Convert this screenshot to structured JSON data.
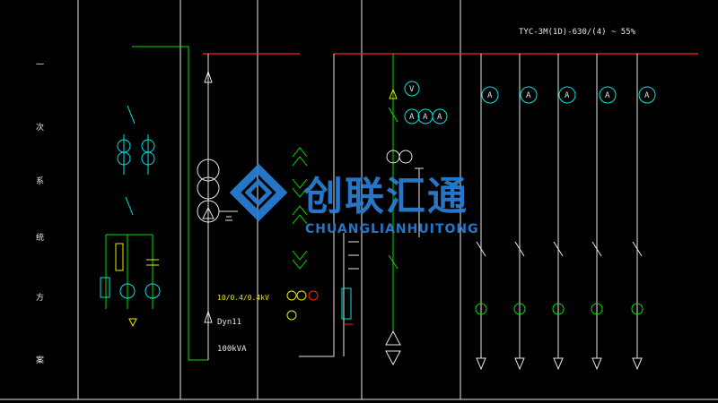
{
  "diagram": {
    "title_label": "TYC-3M(1D)-630/(4) ~ 55%",
    "side_caption_chars": [
      "一",
      "次",
      "系",
      "统",
      "方",
      "案"
    ],
    "transformer_label_top": "10/0.4/0.4kV",
    "transformer_label_mid": "Dyn11",
    "transformer_label_bot": "100kVA",
    "ammeter_labels": [
      "A",
      "A",
      "A",
      "A",
      "A"
    ],
    "meter_cluster_labels": [
      "V",
      "A",
      "A",
      "A"
    ],
    "colors": {
      "background": "#000000",
      "frame": "#e6e6e6",
      "busbar": "#ff2020",
      "cyan": "#00e5e5",
      "green": "#00e000",
      "yellow": "#e8e800",
      "watermark": "#2a7fd8"
    }
  },
  "watermark": {
    "brand_cn": "创联汇通",
    "brand_en": "CHUANGLIANHUITONG"
  }
}
